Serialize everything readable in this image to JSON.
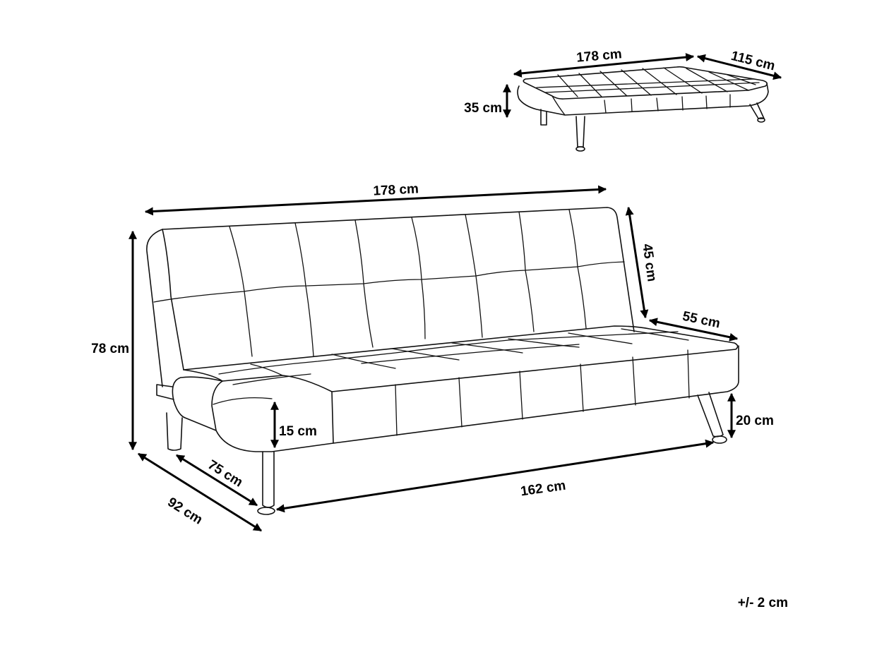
{
  "dimensions": {
    "bed_length": "178 cm",
    "bed_width": "115 cm",
    "bed_height": "35 cm",
    "sofa_length": "178 cm",
    "backrest_height": "45 cm",
    "seat_depth": "55 cm",
    "total_height": "78 cm",
    "seat_thickness": "15 cm",
    "leg_height": "20 cm",
    "inner_depth": "75 cm",
    "total_depth": "92 cm",
    "leg_span": "162 cm"
  },
  "tolerance": "+/- 2 cm"
}
